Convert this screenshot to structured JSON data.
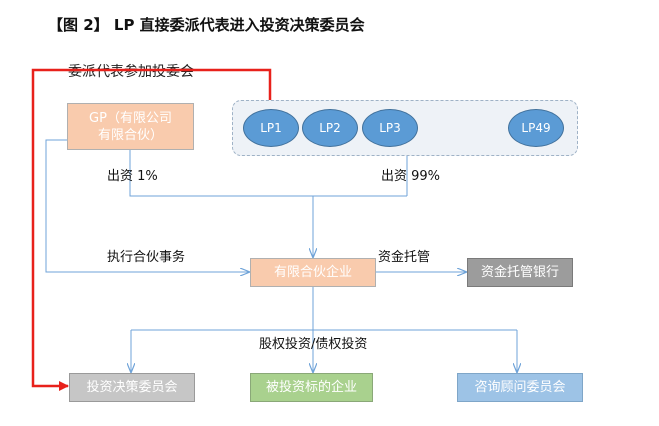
{
  "header": {
    "title": "【图 2】  LP 直接委派代表进入投资决策委员会",
    "subtitle": "委派代表参加投委会"
  },
  "nodes": {
    "gp": {
      "line1": "GP（有限公司",
      "line2": "有限合伙）"
    },
    "lps": [
      "LP1",
      "LP2",
      "LP3",
      "LP49"
    ],
    "partnership": "有限合伙企业",
    "bank": "资金托管银行",
    "investment_committee": "投资决策委员会",
    "investee": "被投资标的企业",
    "advisory_committee": "咨询顾问委员会"
  },
  "edge_labels": {
    "gp_contribution": "出资 1%",
    "lp_contribution": "出资 99%",
    "execute_affairs": "执行合伙事务",
    "custody": "资金托管",
    "investment": "股权投资/债权投资"
  },
  "colors": {
    "orange_box": "#f9cbad",
    "lp_blue": "#5b9bd5",
    "arrow_blue": "#6fa3d8",
    "delegate_red": "#e8211b",
    "bank_gray": "#9c9c9c",
    "committee_gray": "#c6c6c6",
    "investee_green": "#a9d18e",
    "advisory_blue": "#9dc3e6"
  }
}
